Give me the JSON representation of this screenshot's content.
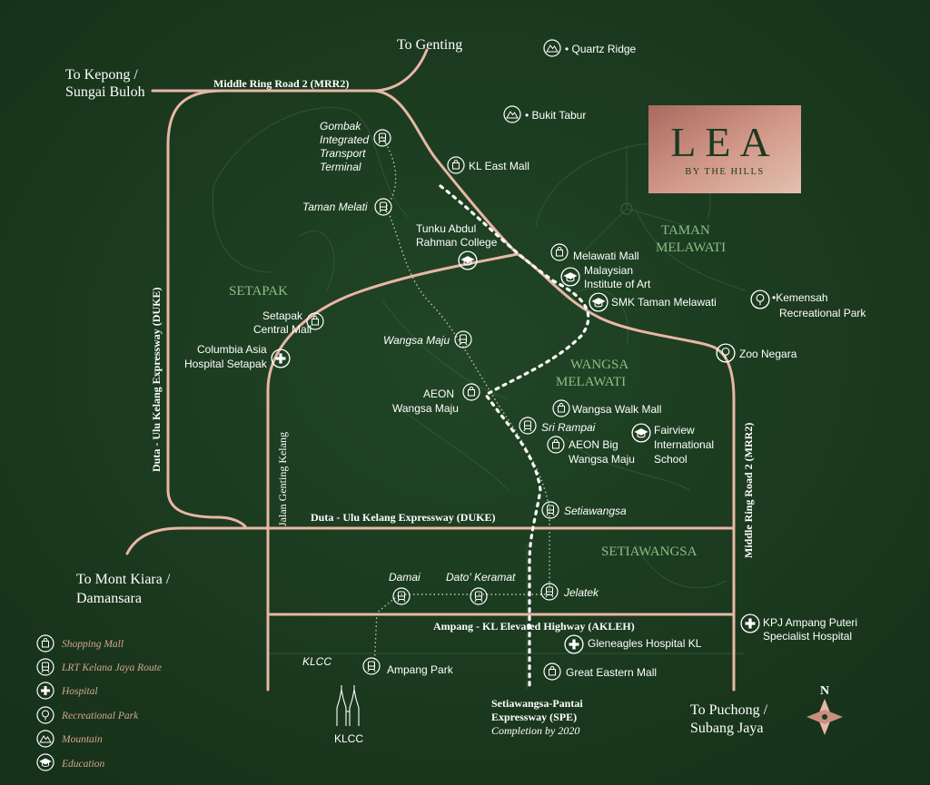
{
  "logo": {
    "brand": "LEA",
    "tagline": "BY THE HILLS"
  },
  "destinations": {
    "genting": "To Genting",
    "kepong_1": "To Kepong /",
    "kepong_2": "Sungai Buloh",
    "mont_kiara_1": "To Mont Kiara /",
    "mont_kiara_2": "Damansara",
    "puchong_1": "To Puchong /",
    "puchong_2": "Subang Jaya"
  },
  "roads": {
    "mrr2_top": "Middle Ring Road 2 (MRR2)",
    "mrr2_right": "Middle Ring Road 2 (MRR2)",
    "duke_vertical": "Duta - Ulu Kelang Expressway (DUKE)",
    "duke_horizontal": "Duta - Ulu Kelang Expressway (DUKE)",
    "jalan_genting": "Jalan Genting Kelang",
    "akleh": "Ampang - KL Elevated Highway (AKLEH)",
    "spe_1": "Setiawangsa-Pantai",
    "spe_2": "Expressway (SPE)",
    "spe_3": "Completion by 2020"
  },
  "areas": {
    "setapak": "SETAPAK",
    "taman_melawati_1": "TAMAN",
    "taman_melawati_2": "MELAWATI",
    "wangsa_melawati_1": "WANGSA",
    "wangsa_melawati_2": "MELAWATI",
    "setiawangsa": "SETIAWANGSA"
  },
  "places": {
    "quartz_ridge": "• Quartz Ridge",
    "bukit_tabur": "• Bukit Tabur",
    "kl_east_mall": "KL East Mall",
    "gombak_1": "Gombak",
    "gombak_2": "Integrated",
    "gombak_3": "Transport",
    "gombak_4": "Terminal",
    "taman_melati": "Taman Melati",
    "tarc_1": "Tunku Abdul",
    "tarc_2": "Rahman College",
    "melawati_mall": "Melawati Mall",
    "mia_1": "Malaysian",
    "mia_2": "Institute of Art",
    "smk": "SMK Taman Melawati",
    "kemensah_1": "•Kemensah",
    "kemensah_2": "Recreational Park",
    "setapak_mall_1": "Setapak",
    "setapak_mall_2": "Central Mall",
    "columbia_1": "Columbia Asia",
    "columbia_2": "Hospital Setapak",
    "wangsa_maju": "Wangsa Maju",
    "zoo_negara": "Zoo Negara",
    "aeon_wm_1": "AEON",
    "aeon_wm_2": "Wangsa Maju",
    "wangsa_walk": "Wangsa Walk Mall",
    "sri_rampai": "Sri Rampai",
    "fairview_1": "Fairview",
    "fairview_2": "International",
    "fairview_3": "School",
    "aeon_big_1": "AEON Big",
    "aeon_big_2": "Wangsa Maju",
    "setiawangsa_stn": "Setiawangsa",
    "damai": "Damai",
    "dato_keramat": "Dato' Keramat",
    "jelatek": "Jelatek",
    "kpj_1": "KPJ Ampang Puteri",
    "kpj_2": "Specialist Hospital",
    "gleneagles": "Gleneagles Hospital KL",
    "klcc_stn": "KLCC",
    "ampang_park": "Ampang Park",
    "great_eastern": "Great Eastern Mall",
    "klcc_towers": "KLCC"
  },
  "compass": {
    "north": "N"
  },
  "legend": {
    "items": [
      {
        "label": "Shopping Mall",
        "icon": "shopping-bag-icon"
      },
      {
        "label": "LRT Kelana Jaya Route",
        "icon": "train-icon"
      },
      {
        "label": "Hospital",
        "icon": "hospital-cross-icon"
      },
      {
        "label": "Recreational Park",
        "icon": "park-tree-icon"
      },
      {
        "label": "Mountain",
        "icon": "mountain-icon"
      },
      {
        "label": "Education",
        "icon": "graduation-cap-icon"
      }
    ]
  },
  "colors": {
    "background": "#1b3a20",
    "road": "#e8b7a5",
    "area_label": "#8dbf86",
    "logo_gradient_start": "#a8695e",
    "logo_gradient_end": "#e2c0b0"
  }
}
